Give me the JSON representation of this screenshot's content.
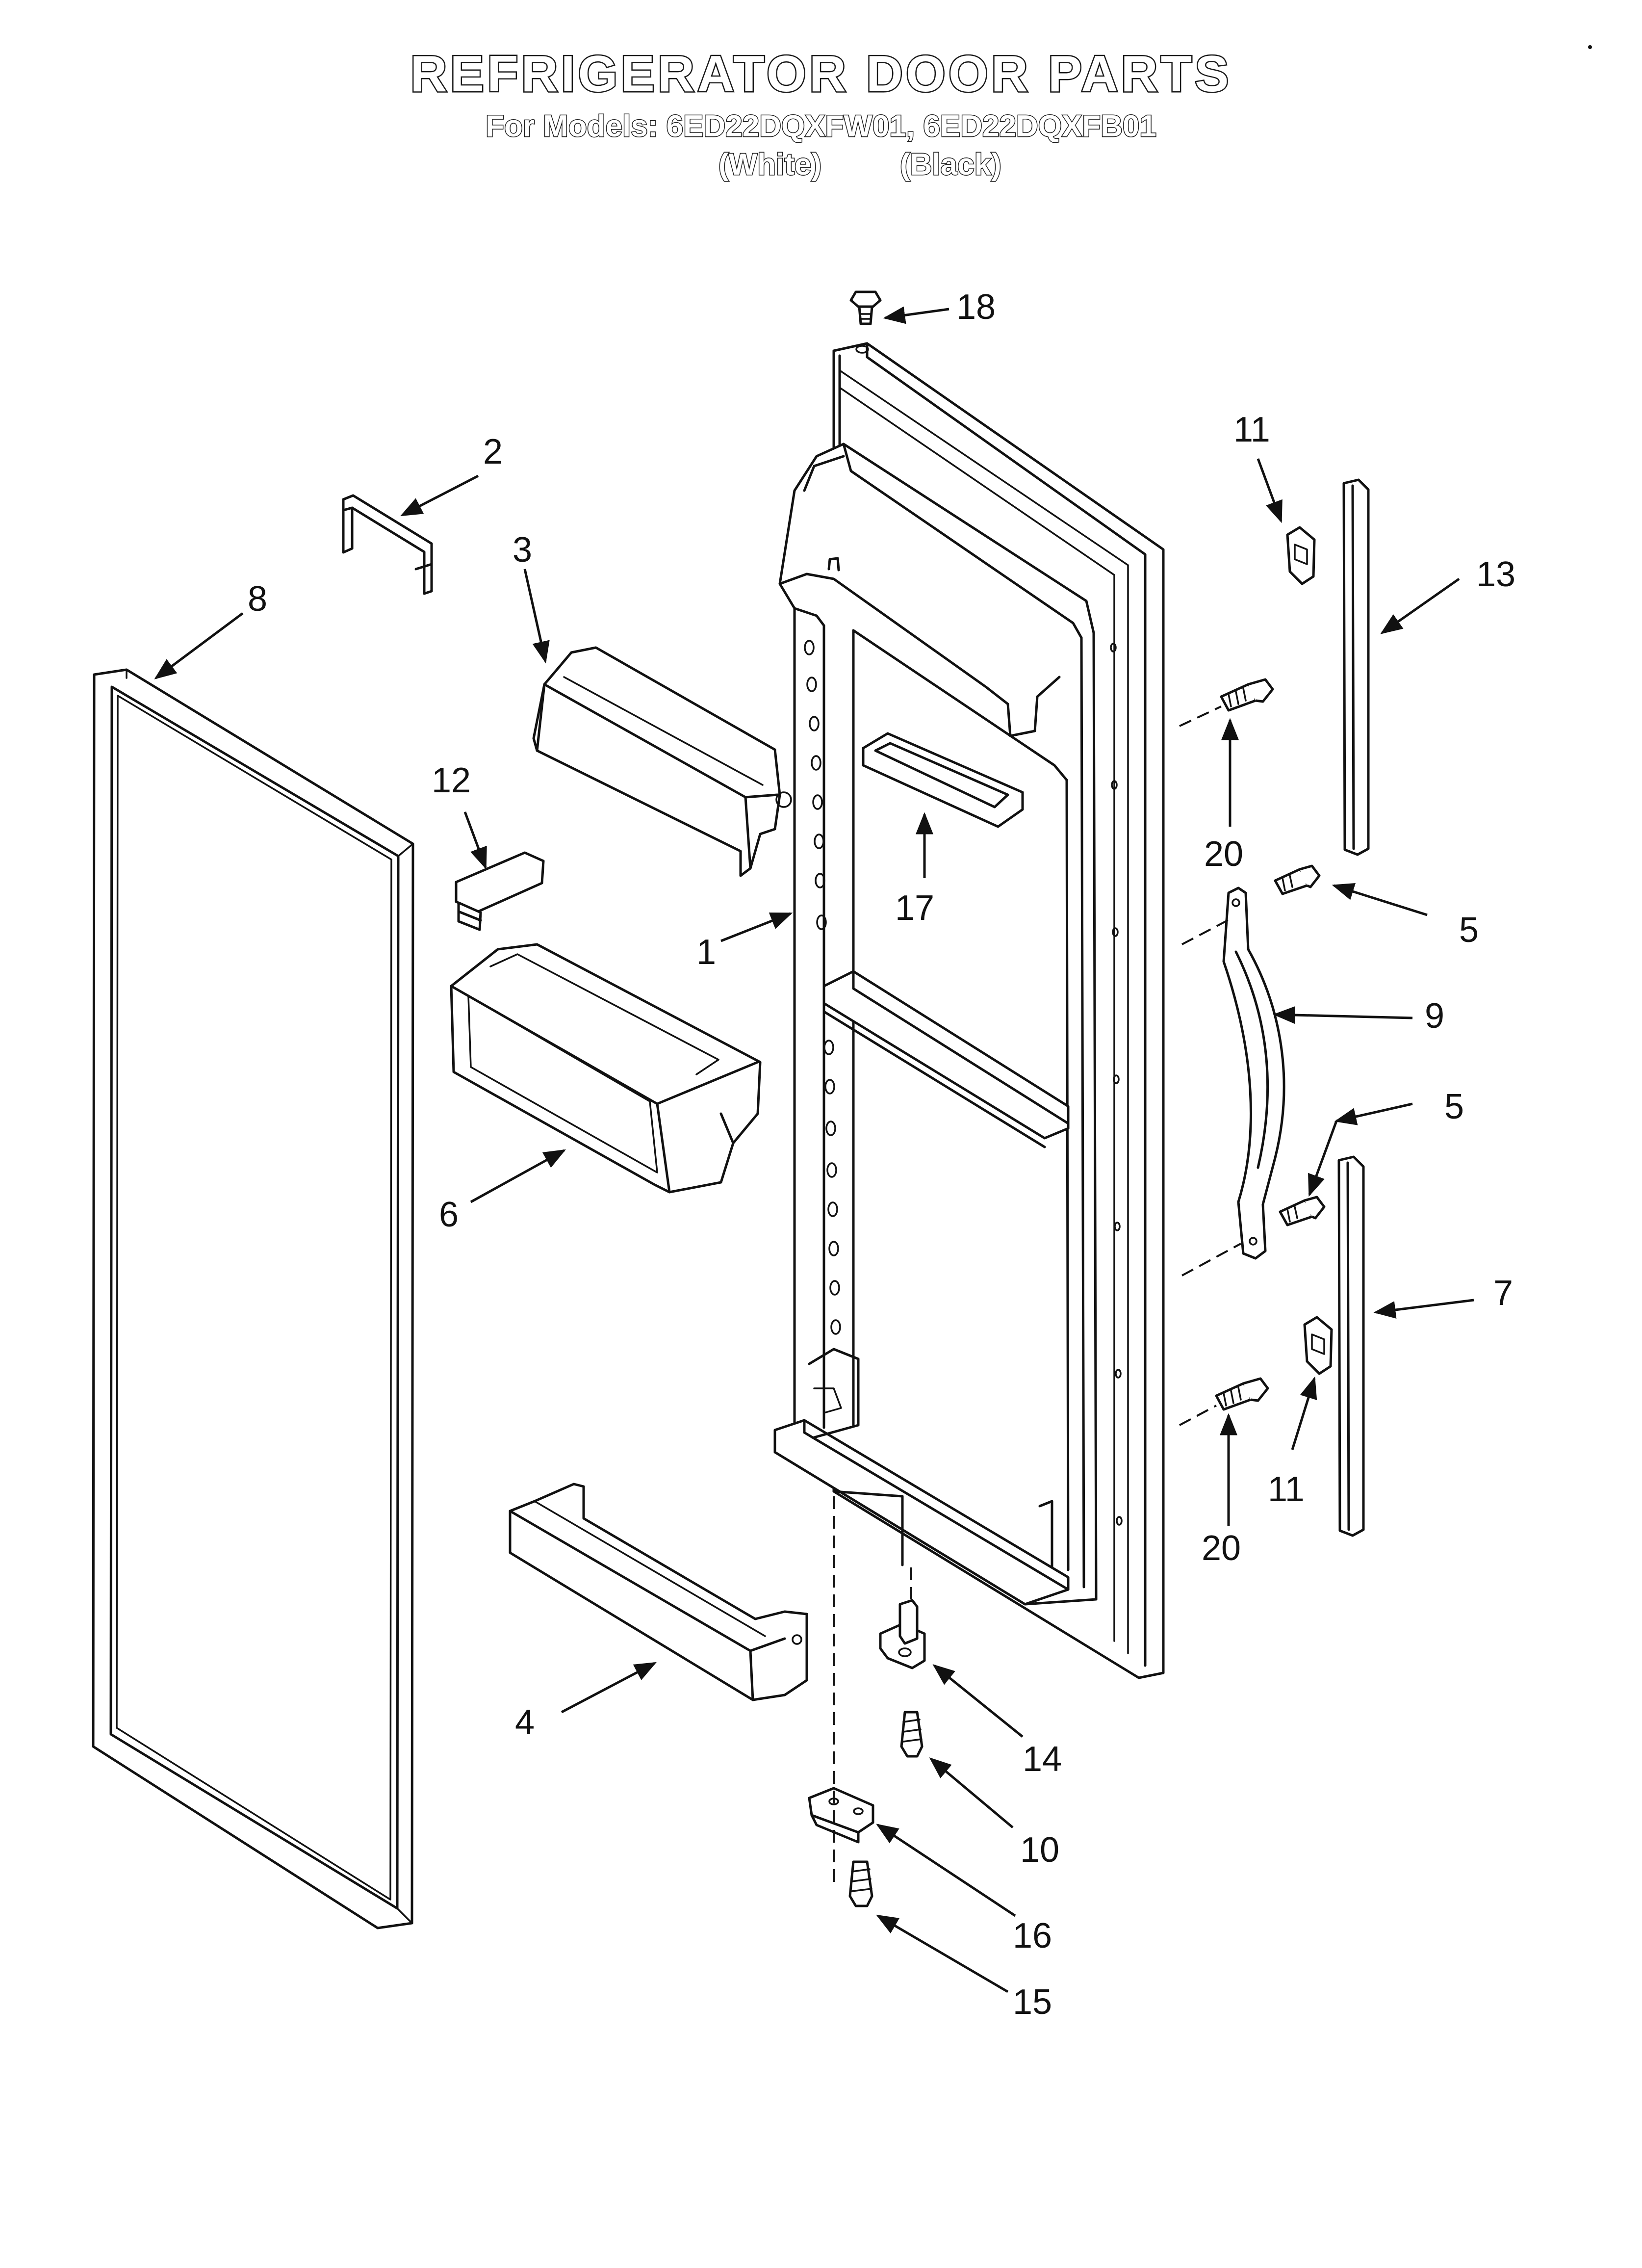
{
  "header": {
    "title": "REFRIGERATOR DOOR PARTS",
    "models_line": "For Models: 6ED22DQXFW01, 6ED22DQXFB01",
    "variant_white": "(White)",
    "variant_black": "(Black)"
  },
  "callouts": {
    "c1": "1",
    "c2": "2",
    "c3": "3",
    "c4": "4",
    "c5a": "5",
    "c5b": "5",
    "c6": "6",
    "c7": "7",
    "c8": "8",
    "c9": "9",
    "c10": "10",
    "c11a": "11",
    "c11b": "11",
    "c12": "12",
    "c13": "13",
    "c14": "14",
    "c15": "15",
    "c16": "16",
    "c17": "17",
    "c18": "18",
    "c20a": "20",
    "c20b": "20"
  }
}
